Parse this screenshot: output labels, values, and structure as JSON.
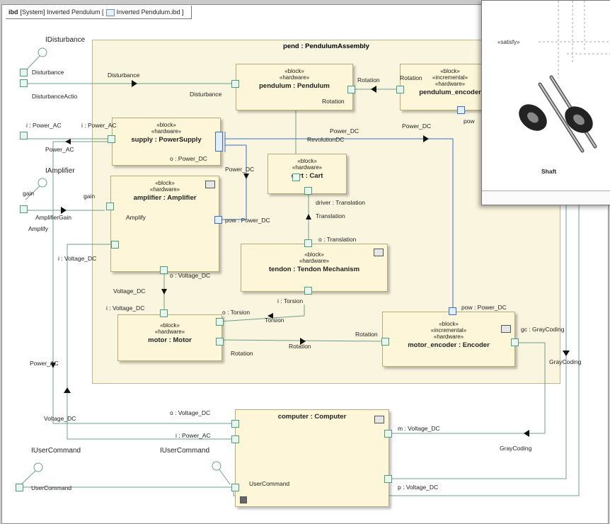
{
  "frame": {
    "kind": "ibd",
    "title": "[System] Inverted Pendulum [",
    "diagram_ref": "Inverted Pendulum.ibd",
    "close": "]"
  },
  "assembly": {
    "name": "pend : PendulumAssembly"
  },
  "blocks": {
    "pendulum": {
      "stereo1": "«block»",
      "stereo2": "«hardware»",
      "name": "pendulum : Pendulum"
    },
    "encoder_top": {
      "stereo1": "«block»",
      "stereo2": "«incremental»",
      "stereo3": "«hardware»",
      "name": "pendulum_encoder"
    },
    "supply": {
      "stereo1": "«block»",
      "stereo2": "«hardware»",
      "name": "supply : PowerSupply"
    },
    "cart": {
      "stereo1": "«block»",
      "stereo2": "«hardware»",
      "name": "cart : Cart"
    },
    "amplifier": {
      "stereo1": "«block»",
      "stereo2": "«hardware»",
      "name": "amplifier : Amplifier"
    },
    "tendon": {
      "stereo1": "«block»",
      "stereo2": "«hardware»",
      "name": "tendon : Tendon Mechanism"
    },
    "motor": {
      "stereo1": "«block»",
      "stereo2": "«hardware»",
      "name": "motor : Motor"
    },
    "motor_encoder": {
      "stereo1": "«block»",
      "stereo2": "«incremental»",
      "stereo3": "«hardware»",
      "name": "motor_encoder : Encoder"
    },
    "computer": {
      "name": "computer : Computer"
    }
  },
  "interfaces": {
    "disturbance": "IDisturbance",
    "amplifier": "IAmplifier",
    "user_command": "IUserCommand",
    "user_command2": "IUserCommand"
  },
  "labels": {
    "disturbance_port": "Disturbance",
    "disturbance_action": "DisturbanceActio",
    "disturbance_flow": "Disturbance",
    "disturbance_in": "Disturbance",
    "rotation_pend": "Rotation",
    "rotation_pend2": "Rotation",
    "rotation_enc": "Rotation",
    "pow_top": "pow",
    "i_power_ac": "i : Power_AC",
    "i_power_ac2": "i : Power_AC",
    "power_ac_flow": "Power_AC",
    "o_power_dc": "o : Power_DC",
    "power_dc_flow1": "Power_DC",
    "power_dc_flow2": "Power_DC",
    "revolution_dc": "RevolutionDC",
    "power_dc_left": "Power_DC",
    "pow_power_dc": "pow : Power_DC",
    "gain_ext": "gain",
    "gain_int": "gain",
    "amplifier_gain": "AmplifierGain",
    "amplify_ext": "Amplify",
    "amplify_int": "Amplify",
    "driver_translation": "driver : Translation",
    "translation": "Translation",
    "o_translation": "o : Translation",
    "i_voltage_dc": "i : Voltage_DC",
    "o_voltage_dc": "o : Voltage_DC",
    "voltage_dc_flow": "Voltage_DC",
    "i_voltage_dc2": "i : Voltage_DC",
    "o_torsion": "o : Torsion",
    "i_torsion": "i : Torsion",
    "torsion": "Torsion",
    "rotation_motor": "Rotation",
    "rotation_flow": "Rotation",
    "rotation_enc2": "Rotation",
    "pow_power_dc2": "pow : Power_DC",
    "gc_graycoding": "gc : GrayCoding",
    "graycoding_right": "GrayCoding",
    "graycoding_bottom": "GrayCoding",
    "power_ac_left": "Power_AC",
    "voltage_dc_bottom": "Voltage_DC",
    "o_voltage_dc_comp": "o : Voltage_DC",
    "i_power_ac_comp": "i : Power_AC",
    "user_command_ext": "UserCommand",
    "user_command_int": "UserCommand",
    "m_voltage_dc": "m : Voltage_DC",
    "p_voltage_dc": "p : Voltage_DC"
  },
  "inset": {
    "satisfy": "«satisfy»",
    "shaft": "Shaft"
  }
}
